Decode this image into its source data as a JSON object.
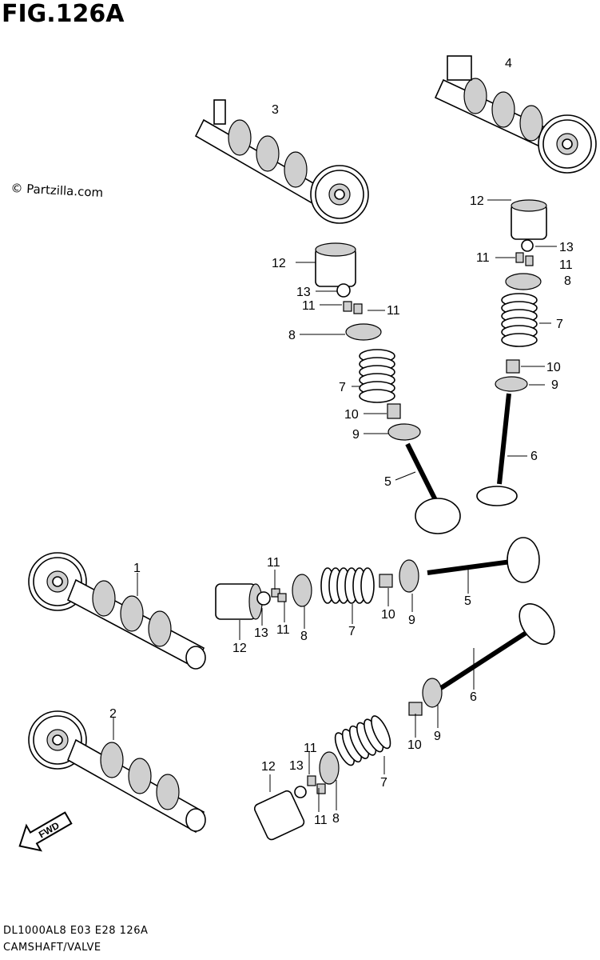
{
  "figure": {
    "title": "FIG.126A",
    "watermark": "© Partzilla.com"
  },
  "footer": {
    "line1": "DL1000AL8  E03  E28  126A",
    "line2": "CAMSHAFT/VALVE"
  },
  "fwd_arrow": {
    "label": "FWD"
  },
  "callouts": {
    "n1": "1",
    "n2": "2",
    "n3": "3",
    "n4": "4",
    "n5": "5",
    "n6": "6",
    "n7": "7",
    "n8": "8",
    "n9": "9",
    "n10": "10",
    "n11": "11",
    "n12": "12",
    "n13": "13"
  }
}
